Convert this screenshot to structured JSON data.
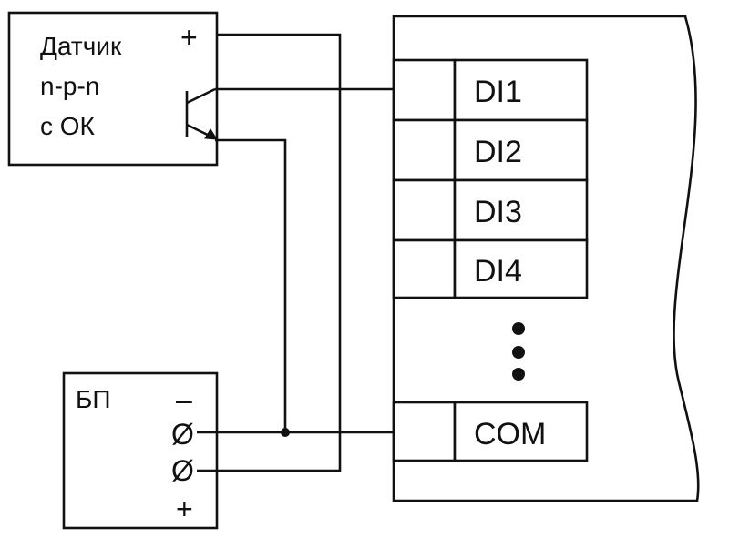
{
  "sensor": {
    "line1": "Датчик",
    "line2": "n-p-n",
    "line3": "с ОК",
    "plus": "+"
  },
  "power_supply": {
    "title": "БП",
    "minus": "–",
    "terminal_symbol": "Ø",
    "plus": "+"
  },
  "device": {
    "terminals": [
      "DI1",
      "DI2",
      "DI3",
      "DI4"
    ],
    "ellipsis_dots": 3,
    "common": "COM"
  }
}
